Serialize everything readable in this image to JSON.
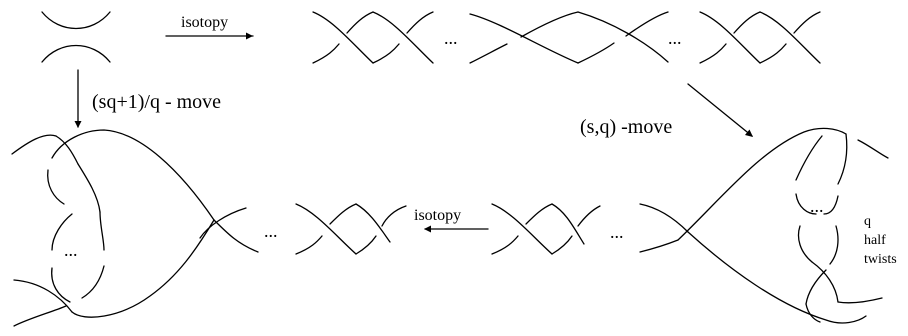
{
  "labels": {
    "isotopy_top": "isotopy",
    "isotopy_bottom": "isotopy",
    "move_left": "(sq+1)/q - move",
    "move_right": "(s,q) -move",
    "twists_q": "q",
    "twists_half": "half",
    "twists_twists": "twists"
  },
  "ellipsis": "..."
}
